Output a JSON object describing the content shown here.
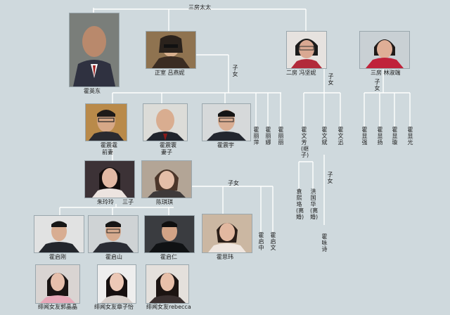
{
  "connector_labels": {
    "top": "三房太太",
    "zhengshi_children": "子女",
    "erfang_children": "子女",
    "sanfang_children": "子女",
    "zhenting_children": "子女",
    "wenfang_children": "子女",
    "sanzi": "三子"
  },
  "people": {
    "huo_yingdong": "霍英东",
    "lv_yanni": "正室 吕燕妮",
    "feng_jianni": "二房 冯坚妮",
    "lin_shuduan": "三房 林淑端",
    "huo_zhenting": "霍震霆",
    "qianqi": "前妻",
    "huo_zhenhuan": "霍震寰",
    "qizi": "妻子",
    "huo_zhenyu": "霍震宇",
    "huo_liping": "霍丽萍",
    "huo_lina": "霍丽娜",
    "huo_lili": "霍丽丽",
    "huo_wenfang": "霍文芳(继子)",
    "huo_wenbin": "霍文斌",
    "huo_wenxun": "霍文迅",
    "huo_xianqiang": "霍显强",
    "huo_xianyang": "霍显扬",
    "huo_xianxuan": "霍显璇",
    "huo_xianguang": "霍显光",
    "zhu_lingling": "朱玲玲",
    "chen_qiqi": "陈琪琪",
    "yuan_xiluo": "袁熙珞(离婚)",
    "hong_guohua": "洪国华(离婚)",
    "huo_yongshi": "霍咏诗",
    "huo_qizhong": "霍启中",
    "huo_qiwen": "霍启文",
    "huo_qigang": "霍启刚",
    "huo_qishan": "霍启山",
    "huo_qiren": "霍启仁",
    "huo_siwei": "霍思玮",
    "guo_jingjing": "绯闻女友郭晶晶",
    "zhang_ziyi": "绯闻女友章子怡",
    "rebecca": "绯闻女友rebecca"
  }
}
